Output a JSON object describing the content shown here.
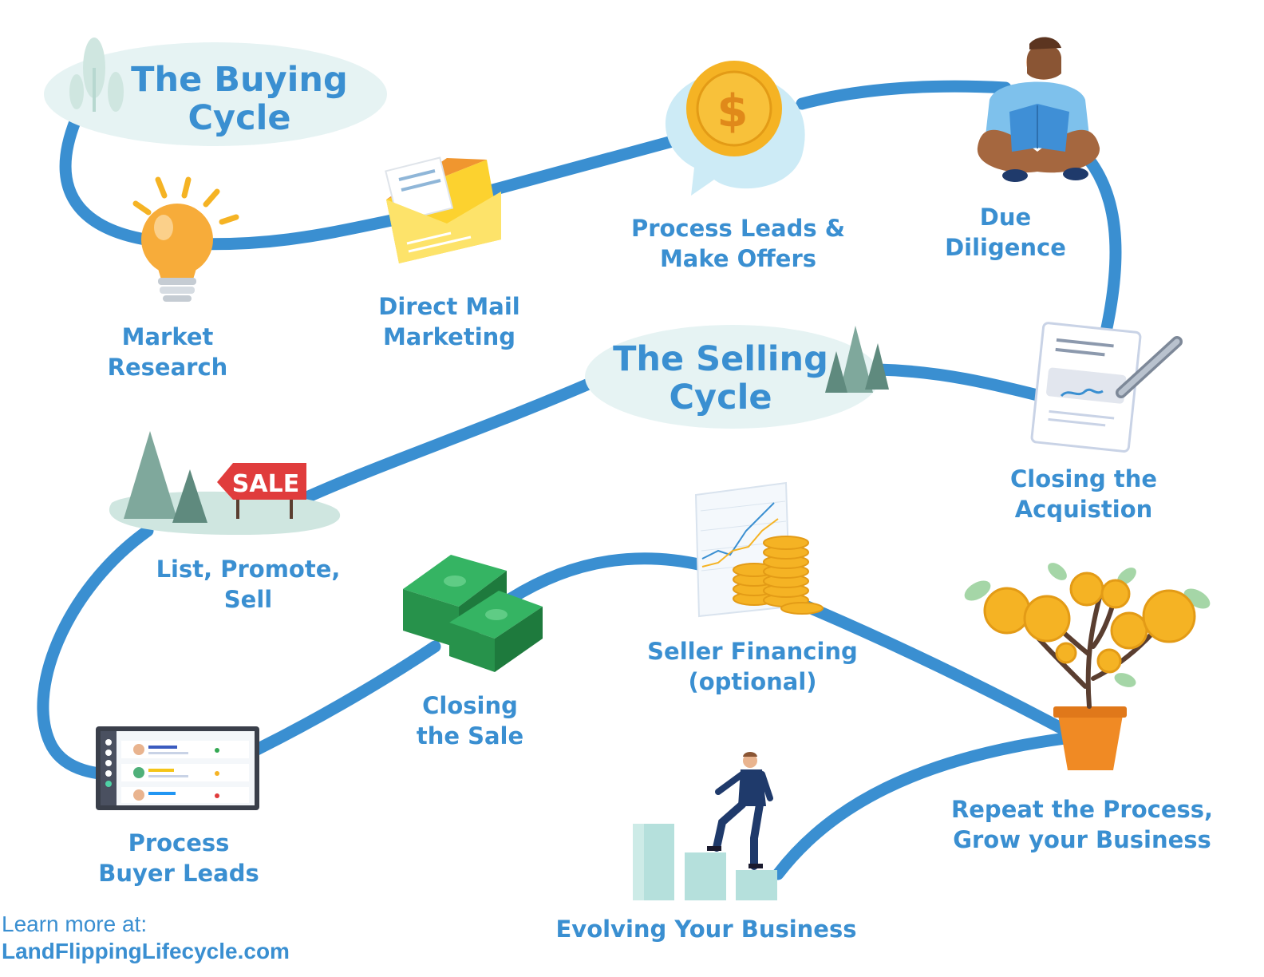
{
  "titles": {
    "buying": [
      "The Buying",
      "Cycle"
    ],
    "selling": [
      "The Selling",
      "Cycle"
    ]
  },
  "steps": {
    "market_research": [
      "Market",
      "Research"
    ],
    "direct_mail": [
      "Direct Mail",
      "Marketing"
    ],
    "process_leads": [
      "Process Leads &",
      "Make Offers"
    ],
    "due_diligence": [
      "Due",
      "Diligence"
    ],
    "closing_acquisition": [
      "Closing the",
      "Acquistion"
    ],
    "list_promote": [
      "List, Promote,",
      "Sell"
    ],
    "buyer_leads": [
      "Process",
      "Buyer Leads"
    ],
    "closing_sale": [
      "Closing",
      "the Sale"
    ],
    "seller_financing": [
      "Seller Financing",
      "(optional)"
    ],
    "repeat": [
      "Repeat the Process,",
      "Grow your Business"
    ],
    "evolving": [
      "Evolving Your Business"
    ]
  },
  "illustrations": {
    "sale_sign": "SALE",
    "coin_symbol": "$"
  },
  "footer": {
    "learn_more": "Learn more at:",
    "site": "LandFlippingLifecycle.com"
  },
  "colors": {
    "path": "#3a8fd1",
    "label": "#3a8fd1",
    "bubble": "#e6f3f3",
    "coin": "#f5b324",
    "money": "#2e9e55",
    "tree": "#7fa89c",
    "sign": "#e03c3c"
  }
}
